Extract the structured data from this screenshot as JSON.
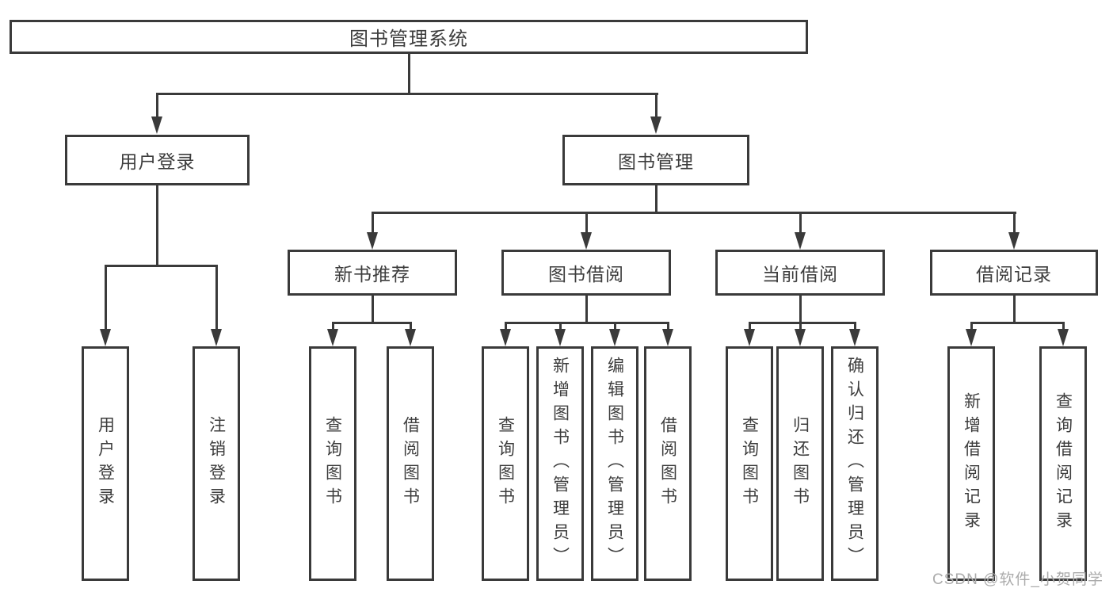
{
  "diagram": {
    "nodes": {
      "root": "图书管理系统",
      "user_login": "用户登录",
      "book_mgmt": "图书管理",
      "new_books": "新书推荐",
      "book_borrow": "图书借阅",
      "current_borrow": "当前借阅",
      "borrow_records": "借阅记录",
      "leaf_user_login": "用户登录",
      "leaf_logout": "注销登录",
      "leaf_query_books_1": "查询图书",
      "leaf_borrow_books_1": "借阅图书",
      "leaf_query_books_2": "查询图书",
      "leaf_add_books": "新增图书（管理员）",
      "leaf_edit_books": "编辑图书（管理员）",
      "leaf_borrow_books_2": "借阅图书",
      "leaf_query_books_3": "查询图书",
      "leaf_return_books": "归还图书",
      "leaf_confirm_return": "确认归还（管理员）",
      "leaf_add_record": "新增借阅记录",
      "leaf_query_record": "查询借阅记录"
    },
    "colors": {
      "line": "#3a3a3a",
      "text": "#3d3d3d",
      "background": "#ffffff",
      "watermark": "#ababab"
    }
  },
  "watermark": {
    "text": "CSDN @软件_小贺同学"
  }
}
